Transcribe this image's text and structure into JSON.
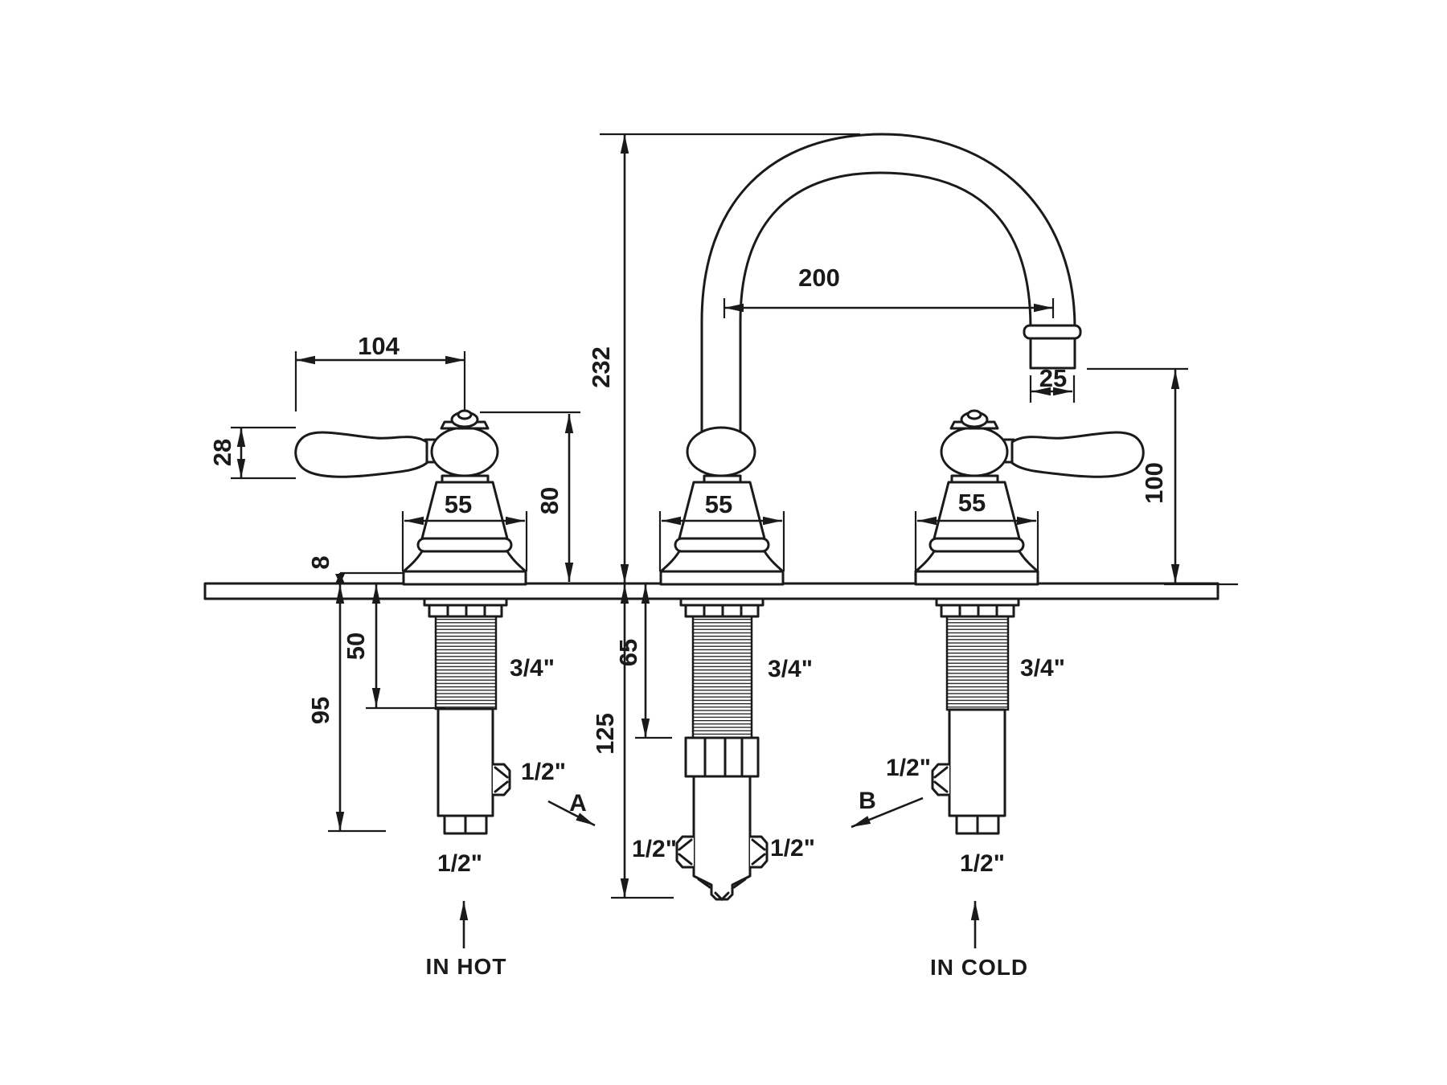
{
  "drawing": {
    "dimensions": {
      "handle_length": "104",
      "handle_thickness": "28",
      "escutcheon_width": "55",
      "handle_height_above_deck": "80",
      "base_plate_height": "8",
      "side_shank_thread_length": "50",
      "side_body_depth": "95",
      "spout_height": "232",
      "spout_reach": "200",
      "spout_outlet_width": "25",
      "outlet_to_deck_height": "100",
      "center_shank_thread_length": "65",
      "center_body_depth": "125"
    },
    "labels": {
      "shank_thread_size": "3/4\"",
      "port_size": "1/2\"",
      "detail_a": "A",
      "detail_b": "B",
      "hot_inlet": "IN HOT",
      "cold_inlet": "IN COLD"
    },
    "colors": {
      "ink": "#1a1a1a",
      "background": "#ffffff"
    }
  }
}
